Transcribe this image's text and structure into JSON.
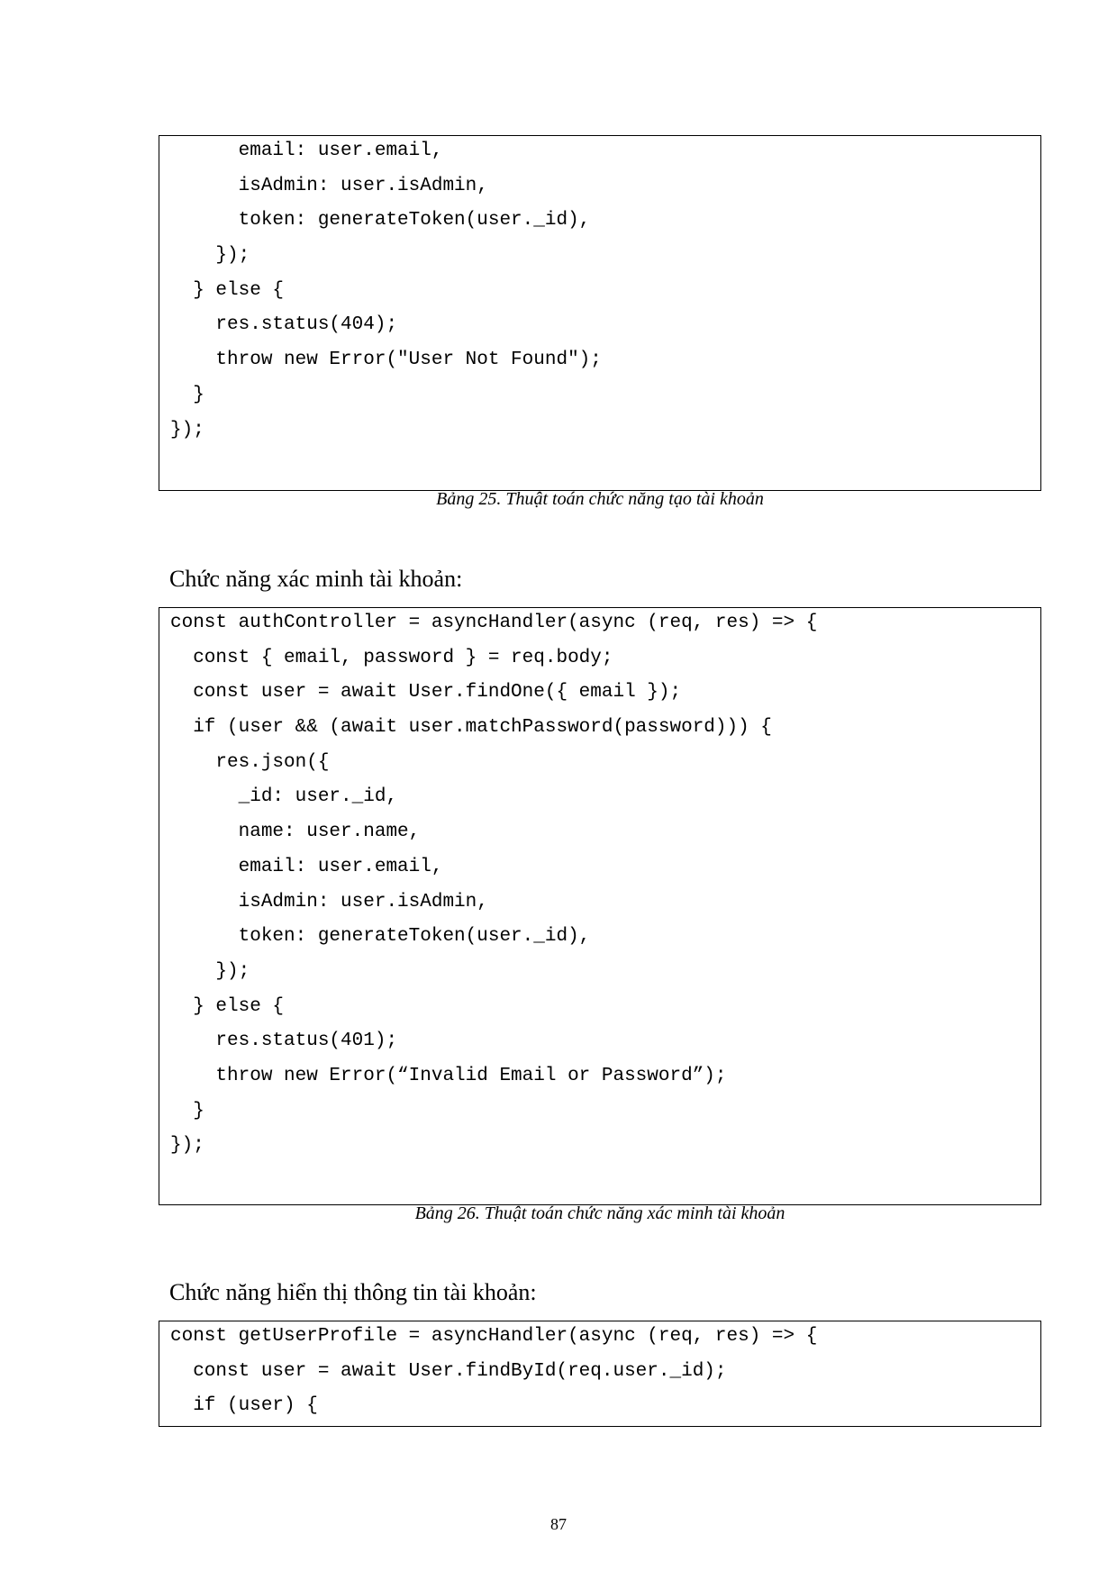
{
  "block1": {
    "lines": [
      "      email: user.email,",
      "      isAdmin: user.isAdmin,",
      "      token: generateToken(user._id),",
      "    });",
      "  } else {",
      "    res.status(404);",
      "    throw new Error(\"User Not Found\");",
      "  }",
      "});"
    ],
    "caption": "Bảng 25. Thuật toán chức năng tạo tài khoản"
  },
  "section2": {
    "heading": "Chức năng xác minh tài khoản:",
    "lines": [
      "const authController = asyncHandler(async (req, res) => {",
      "  const { email, password } = req.body;",
      "  const user = await User.findOne({ email });",
      "  if (user && (await user.matchPassword(password))) {",
      "    res.json({",
      "      _id: user._id,",
      "      name: user.name,",
      "      email: user.email,",
      "      isAdmin: user.isAdmin,",
      "      token: generateToken(user._id),",
      "    });",
      "  } else {",
      "    res.status(401);",
      "    throw new Error(“Invalid Email or Password”);",
      "  }",
      "});"
    ],
    "caption": "Bảng 26. Thuật toán chức năng xác minh tài khoản"
  },
  "section3": {
    "heading": "Chức năng hiển thị thông tin tài khoản:",
    "lines": [
      "const getUserProfile = asyncHandler(async (req, res) => {",
      "  const user = await User.findById(req.user._id);",
      "  if (user) {"
    ]
  },
  "page_number": "87"
}
